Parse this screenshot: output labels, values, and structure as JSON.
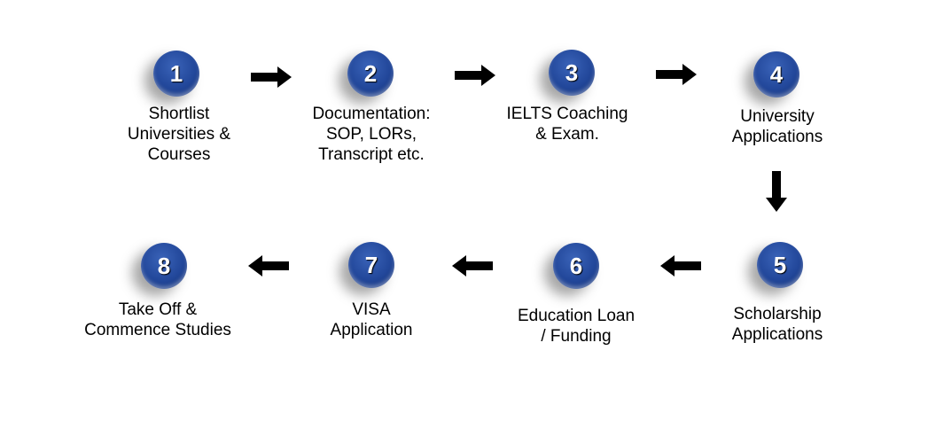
{
  "steps": [
    {
      "num": "1",
      "lines": [
        "Shortlist",
        "Universities &",
        "Courses"
      ]
    },
    {
      "num": "2",
      "lines": [
        "Documentation:",
        "SOP, LORs,",
        "Transcript etc."
      ]
    },
    {
      "num": "3",
      "lines": [
        "IELTS Coaching",
        "& Exam."
      ]
    },
    {
      "num": "4",
      "lines": [
        "University",
        "Applications"
      ]
    },
    {
      "num": "5",
      "lines": [
        "Scholarship",
        "Applications"
      ]
    },
    {
      "num": "6",
      "lines": [
        "Education Loan",
        "/ Funding"
      ]
    },
    {
      "num": "7",
      "lines": [
        "VISA",
        "Application"
      ]
    },
    {
      "num": "8",
      "lines": [
        "Take Off &",
        "Commence Studies"
      ]
    }
  ],
  "colors": {
    "circle": "#22479a",
    "arrow": "#000000"
  }
}
